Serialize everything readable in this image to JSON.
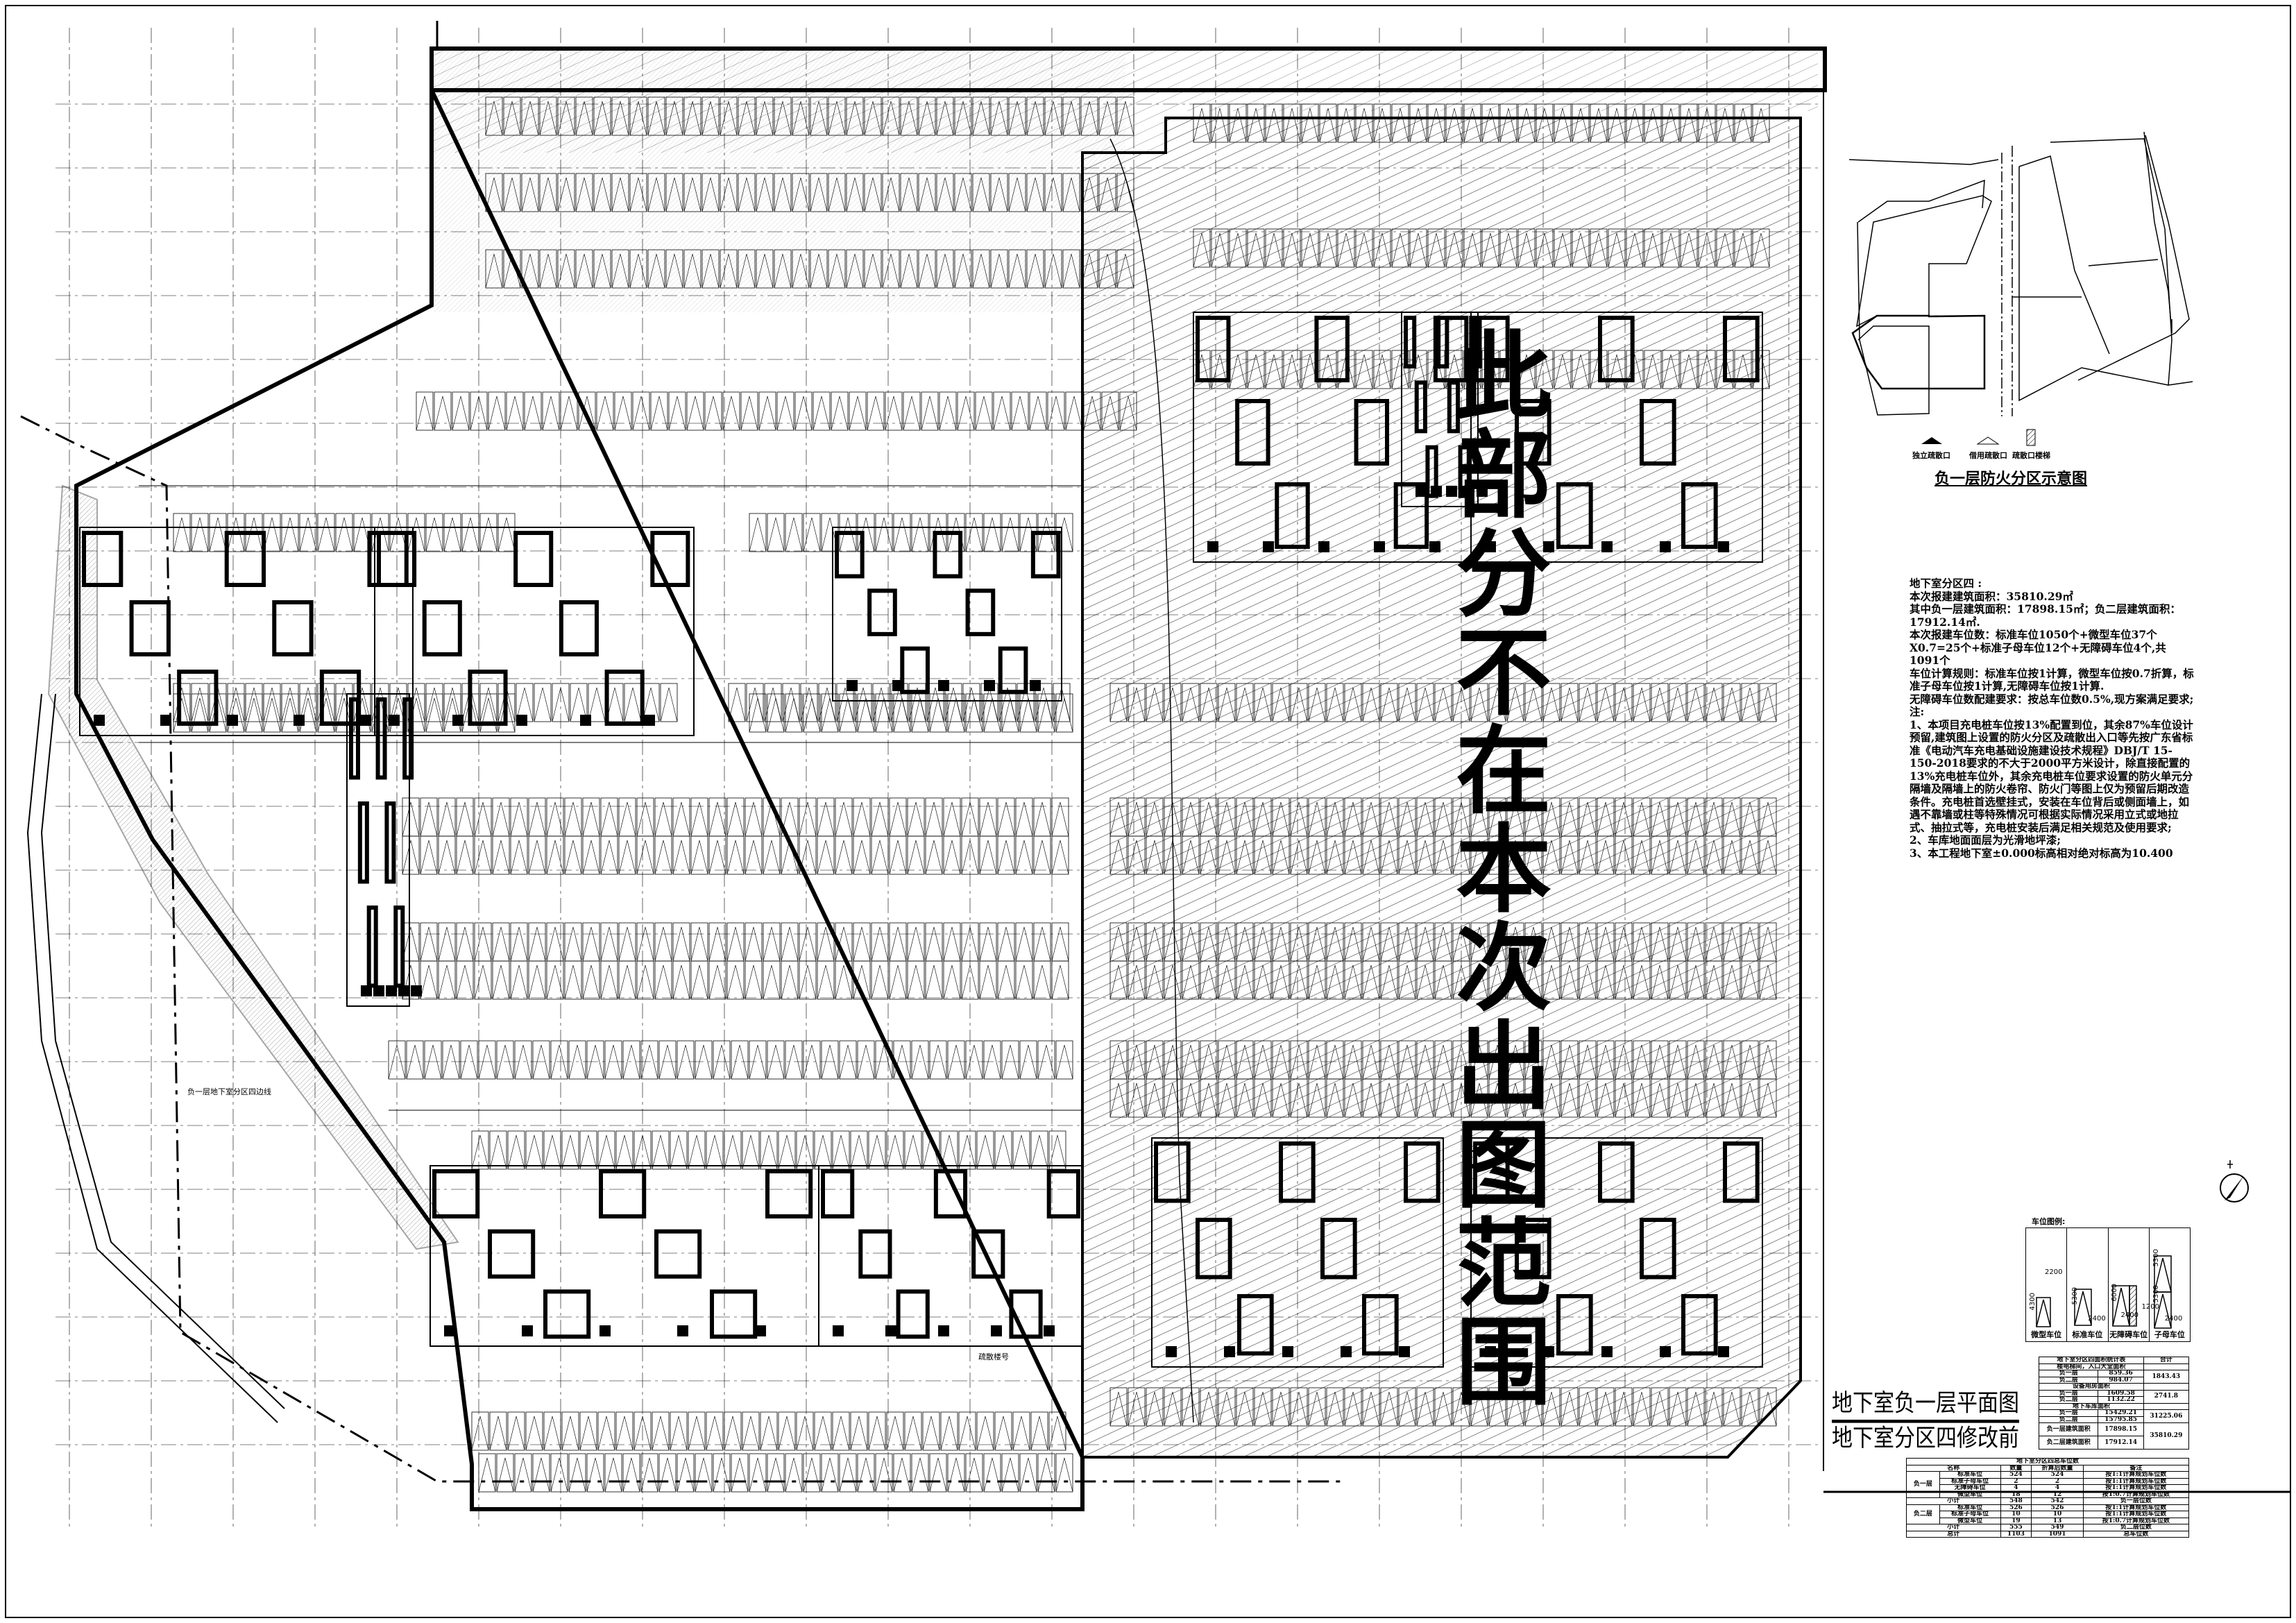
{
  "drawing": {
    "title_line1": "地下室负一层平面图",
    "title_line2": "地下室分区四修改前",
    "watermark": "此部分不在本次出图范围",
    "boundary_label": "负一层地下室分区四边线",
    "exit_label": "疏散楼号"
  },
  "key_plan": {
    "title": "负一层防火分区示意图",
    "legend": [
      {
        "icon": "filled-triangle-icon",
        "label": "独立疏散口"
      },
      {
        "icon": "outline-triangle-icon",
        "label": "借用疏散口"
      },
      {
        "icon": "hatched-rect-icon",
        "label": "疏散口楼梯"
      }
    ]
  },
  "notes": {
    "lines": [
      "地下室分区四 :",
      "本次报建建筑面积：35810.29㎡",
      "其中负一层建筑面积：17898.15㎡；负二层建筑面积：17912.14㎡.",
      "本次报建车位数：标准车位1050个+微型车位37个X0.7=25个+标准子母车位12个+无障碍车位4个,共1091个",
      "车位计算规则：标准车位按1计算，微型车位按0.7折算，标准子母车位按1计算,无障碍车位按1计算.",
      "无障碍车位数配建要求：按总车位数0.5%,现方案满足要求;",
      "注:",
      "1、本项目充电桩车位按13%配置到位，其余87%车位设计预留,建筑图上设置的防火分区及疏散出入口等先按广东省标准《电动汽车充电基础设施建设技术规程》DBJ/T 15-150-2018要求的不大于2000平方米设计，除直接配置的13%充电桩车位外，其余充电桩车位要求设置的防火单元分隔墙及隔墙上的防火卷帘、防火门等图上仅为预留后期改造条件。充电桩首选壁挂式，安装在车位背后或侧面墙上，如遇不靠墙或柱等特殊情况可根据实际情况采用立式或地拉式、抽拉式等，充电桩安装后满足相关规范及使用要求;",
      "2、车库地面面层为光滑地坪漆;",
      "3、本工程地下室±0.000标高相对绝对标高为10.400"
    ]
  },
  "parking_legend": {
    "title": "车位图例:",
    "items": [
      {
        "label": "微型车位",
        "length": "4300",
        "width": "2200"
      },
      {
        "label": "标准车位",
        "length": "5300",
        "width": "2400"
      },
      {
        "label": "无障碍车位",
        "length": "6000",
        "width": "2400",
        "extra": "1200"
      },
      {
        "label": "子母车位",
        "length": "5300",
        "length2": "5300",
        "width": "2400"
      }
    ]
  },
  "area_table": {
    "header": "地下室分区四面积统计表",
    "total_header": "合计",
    "groups": [
      {
        "name": "楼电梯间，入口大堂面积",
        "rows": [
          {
            "floor": "负一层",
            "value": "859.36"
          },
          {
            "floor": "负二层",
            "value": "984.07"
          }
        ],
        "total": "1843.43"
      },
      {
        "name": "设备用房面积",
        "rows": [
          {
            "floor": "负一层",
            "value": "1609.58"
          },
          {
            "floor": "负二层",
            "value": "1132.22"
          }
        ],
        "total": "2741.8"
      },
      {
        "name": "地下车库面积",
        "rows": [
          {
            "floor": "负一层",
            "value": "15429.21"
          },
          {
            "floor": "负二层",
            "value": "15795.85"
          }
        ],
        "total": "31225.06"
      }
    ],
    "building": [
      {
        "name": "负一层建筑面积",
        "value": "17898.15"
      },
      {
        "name": "负二层建筑面积",
        "value": "17912.14"
      }
    ],
    "building_total": "35810.29"
  },
  "car_table": {
    "header": "地下室分区四总车位数",
    "columns": [
      "名称",
      "数量",
      "折算后数量",
      "备注"
    ],
    "floors": [
      {
        "name": "负一层",
        "rows": [
          [
            "标准车位",
            "524",
            "524",
            "按1:1计算规划车位数"
          ],
          [
            "标准子母车位",
            "2",
            "2",
            "按1:1计算规划车位数"
          ],
          [
            "无障碍车位",
            "4",
            "4",
            "按1:1计算规划车位数"
          ],
          [
            "微型车位",
            "18",
            "12",
            "按1:0.7计算规划车位数"
          ]
        ],
        "subtotal": [
          "小计",
          "548",
          "542",
          "负一层位数"
        ]
      },
      {
        "name": "负二层",
        "rows": [
          [
            "标准车位",
            "526",
            "526",
            "按1:1计算规划车位数"
          ],
          [
            "标准子母车位",
            "10",
            "10",
            "按1:1计算规划车位数"
          ],
          [
            "微型车位",
            "19",
            "13",
            "按1:0.7计算规划车位数"
          ]
        ],
        "subtotal": [
          "小计",
          "555",
          "549",
          "负二层位数"
        ]
      }
    ],
    "total": [
      "总计",
      "1103",
      "1091",
      "总车位数"
    ]
  }
}
